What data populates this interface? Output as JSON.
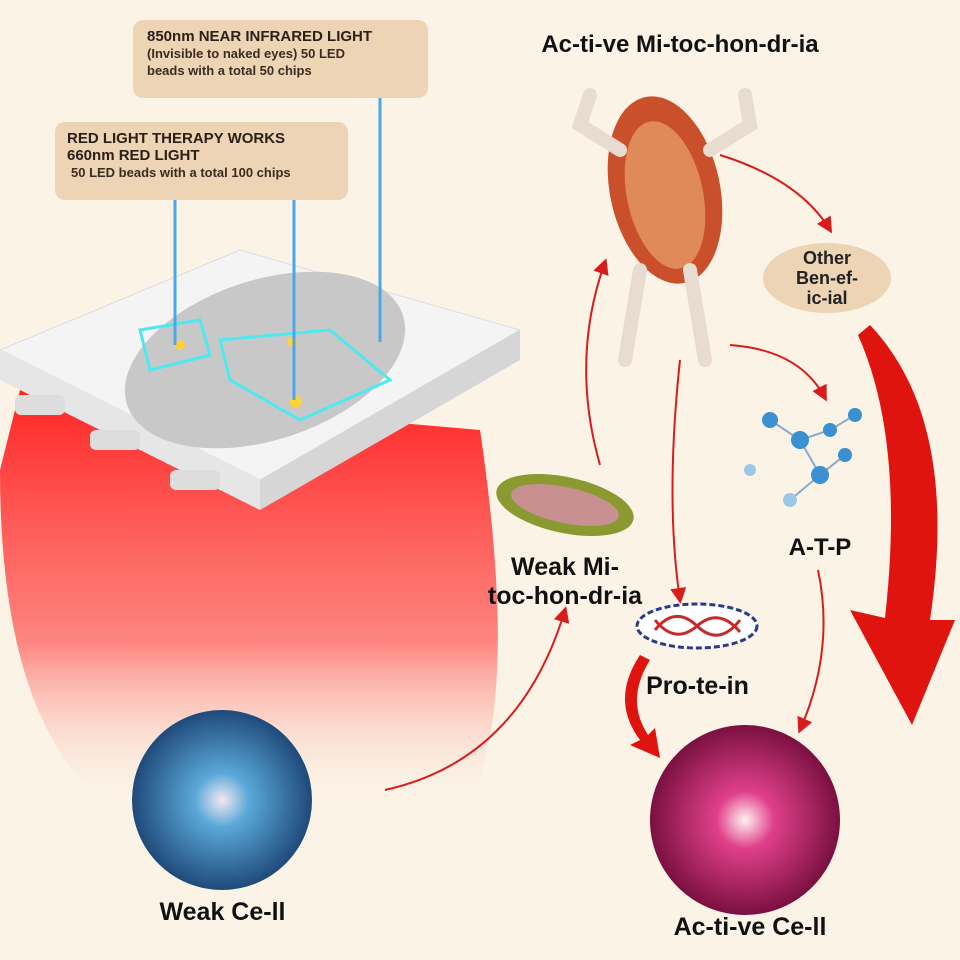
{
  "nir_box": {
    "title": "850nm NEAR INFRARED LIGHT",
    "line1": "(Invisible to naked eyes) 50 LED",
    "line2": "beads with a total 50 chips"
  },
  "red_box": {
    "title1": "RED LIGHT THERAPY WORKS",
    "title2": "660nm RED LIGHT",
    "line1": "50 LED beads with a total 100 chips"
  },
  "labels": {
    "active_mito": "Ac-ti-ve Mi-toc-hon-dr-ia",
    "other1": "Other",
    "other2": "Ben-ef-",
    "other3": "ic-ial",
    "atp": "A-T-P",
    "weak_mito1": "Weak Mi-",
    "weak_mito2": "toc-hon-dr-ia",
    "protein": "Pro-te-in",
    "weak_cell": "Weak Ce-ll",
    "active_cell": "Ac-ti-ve Ce-ll"
  },
  "colors": {
    "background": "#fbf3e6",
    "box": "#ecd4b4",
    "arrow": "#d81c1c",
    "light": "#ff2a2a",
    "beam": "#4aa8e8"
  }
}
